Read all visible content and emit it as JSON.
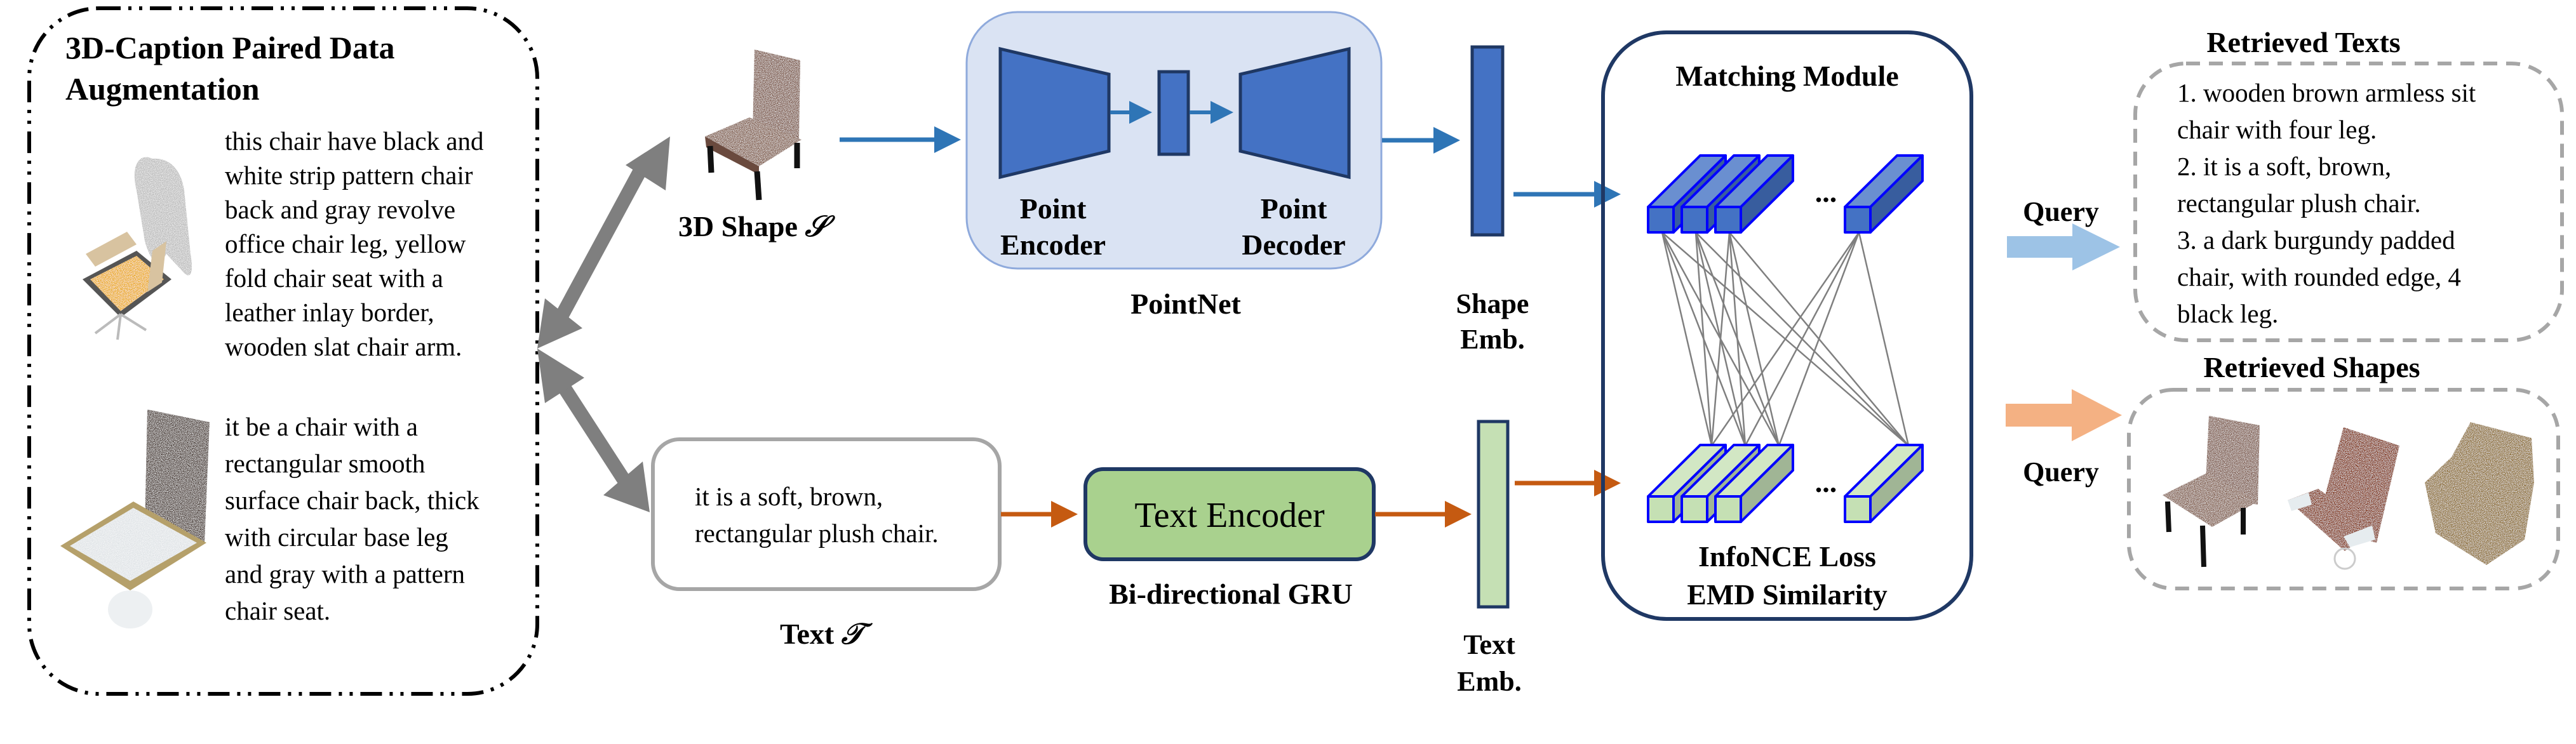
{
  "augmentation_panel": {
    "title_lines": [
      "3D-Caption Paired Data",
      "Augmentation"
    ],
    "samples": [
      {
        "shape_icon": "office-chair-point-cloud",
        "caption_lines": [
          "this chair have black and",
          "white strip pattern chair",
          "back and gray revolve",
          "office chair leg, yellow",
          "fold chair seat with a",
          "leather inlay border,",
          "wooden slat chair arm."
        ]
      },
      {
        "shape_icon": "cushion-chair-point-cloud",
        "caption_lines": [
          "it be a chair with a",
          "rectangular smooth",
          "surface chair back, thick",
          "with circular base leg",
          "and gray with a pattern",
          "chair seat."
        ]
      }
    ]
  },
  "shape_input": {
    "label_prefix": "3D Shape ",
    "label_symbol": "𝒮",
    "shape_icon": "brown-chair-point-cloud"
  },
  "text_input": {
    "lines": [
      "it is a soft, brown,",
      "rectangular plush chair."
    ],
    "label_prefix": "Text ",
    "label_symbol": "𝒯"
  },
  "pointnet": {
    "encoder_label": [
      "Point",
      "Encoder"
    ],
    "decoder_label": [
      "Point",
      "Decoder"
    ],
    "caption": "PointNet"
  },
  "text_encoder": {
    "label": "Text Encoder",
    "caption": "Bi-directional GRU"
  },
  "embeddings": {
    "shape_label": [
      "Shape",
      "Emb."
    ],
    "text_label": [
      "Text",
      "Emb."
    ]
  },
  "matching_module": {
    "title": "Matching Module",
    "ellipsis": "...",
    "loss_label": "InfoNCE Loss",
    "similarity_label": "EMD Similarity"
  },
  "retrieval": {
    "texts_title": "Retrieved Texts",
    "texts_query_label": "Query",
    "retrieved_text_lines": [
      "1. wooden brown armless sit",
      "chair with four leg.",
      "2. it is a soft, brown,",
      "rectangular plush chair.",
      "3. a dark burgundy padded",
      "chair, with rounded edge, 4",
      "black leg."
    ],
    "shapes_title": "Retrieved Shapes",
    "shapes_query_label": "Query",
    "retrieved_shapes": [
      "brown-four-leg-chair",
      "burgundy-padded-chair",
      "tan-armchair"
    ]
  },
  "colors": {
    "shape_branch": "#2e75b6",
    "text_branch": "#c55a11",
    "pointnet_bg": "#dae3f3",
    "encoder_blue": "#4472c4",
    "text_encoder_green": "#a9d18e",
    "text_emb_green": "#c5e0b4",
    "dark_outline": "#1f3864",
    "query_blue": "#9dc3e6",
    "query_orange": "#f4b183",
    "gray_arrow": "#7f7f7f"
  }
}
